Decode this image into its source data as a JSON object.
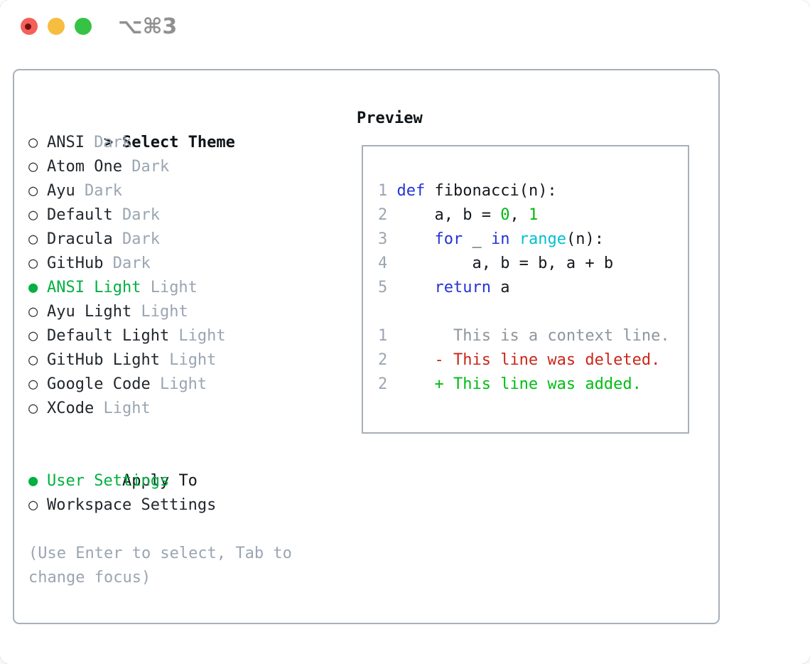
{
  "titlebar": {
    "title": "⌥⌘3",
    "buttons": [
      "close",
      "minimize",
      "zoom"
    ]
  },
  "theme_picker": {
    "header_marker": ">",
    "header": "Select Theme",
    "marker_selected": "●",
    "marker_unselected": "○",
    "items": [
      {
        "label": "ANSI",
        "variant": "Dark",
        "selected": false
      },
      {
        "label": "Atom One",
        "variant": "Dark",
        "selected": false
      },
      {
        "label": "Ayu",
        "variant": "Dark",
        "selected": false
      },
      {
        "label": "Default",
        "variant": "Dark",
        "selected": false
      },
      {
        "label": "Dracula",
        "variant": "Dark",
        "selected": false
      },
      {
        "label": "GitHub",
        "variant": "Dark",
        "selected": false
      },
      {
        "label": "ANSI Light",
        "variant": "Light",
        "selected": true
      },
      {
        "label": "Ayu Light",
        "variant": "Light",
        "selected": false
      },
      {
        "label": "Default Light",
        "variant": "Light",
        "selected": false
      },
      {
        "label": "GitHub Light",
        "variant": "Light",
        "selected": false
      },
      {
        "label": "Google Code",
        "variant": "Light",
        "selected": false
      },
      {
        "label": "XCode",
        "variant": "Light",
        "selected": false
      }
    ],
    "apply_to": {
      "header": "Apply To",
      "options": [
        {
          "label": "User Settings",
          "selected": true
        },
        {
          "label": "Workspace Settings",
          "selected": false
        }
      ]
    },
    "hint_lines": [
      "(Use Enter to select, Tab to",
      "change focus)"
    ]
  },
  "preview": {
    "header": "Preview",
    "code_lines": [
      [
        {
          "t": "1 ",
          "c": "num"
        },
        {
          "t": "def",
          "c": "kw"
        },
        {
          "t": " fibonacci(n):",
          "c": "plain"
        }
      ],
      [
        {
          "t": "2 ",
          "c": "num"
        },
        {
          "t": "    a, b = ",
          "c": "plain"
        },
        {
          "t": "0",
          "c": "lit"
        },
        {
          "t": ", ",
          "c": "plain"
        },
        {
          "t": "1",
          "c": "lit"
        }
      ],
      [
        {
          "t": "3 ",
          "c": "num"
        },
        {
          "t": "    ",
          "c": "plain"
        },
        {
          "t": "for",
          "c": "kw"
        },
        {
          "t": " _ ",
          "c": "plain"
        },
        {
          "t": "in",
          "c": "kw"
        },
        {
          "t": " ",
          "c": "plain"
        },
        {
          "t": "range",
          "c": "fn"
        },
        {
          "t": "(n):",
          "c": "plain"
        }
      ],
      [
        {
          "t": "4 ",
          "c": "num"
        },
        {
          "t": "        a, b = b, a + b",
          "c": "plain"
        }
      ],
      [
        {
          "t": "5 ",
          "c": "num"
        },
        {
          "t": "    ",
          "c": "plain"
        },
        {
          "t": "return",
          "c": "kw"
        },
        {
          "t": " a",
          "c": "plain"
        }
      ],
      [],
      [
        {
          "t": "1 ",
          "c": "num"
        },
        {
          "t": "      This is a context line.",
          "c": "ctx"
        }
      ],
      [
        {
          "t": "2 ",
          "c": "num"
        },
        {
          "t": "    - This line was deleted.",
          "c": "del"
        }
      ],
      [
        {
          "t": "2 ",
          "c": "num"
        },
        {
          "t": "    + This line was added.",
          "c": "add"
        }
      ]
    ]
  },
  "colors": {
    "accent_green": "#00b140",
    "keyword_blue": "#2433d6",
    "function_cyan": "#00c0cb",
    "literal_green": "#00b80f",
    "deleted_red": "#c9271a",
    "added_green": "#00bd13",
    "muted_gray": "#9aa5b2",
    "context_gray": "#8e959d",
    "text_dark": "#22272d",
    "border_gray": "#a8afb9",
    "titlebar_gray": "#909090",
    "traffic_red": "#f4605a",
    "traffic_yellow": "#f6bd41",
    "traffic_green": "#36c345"
  }
}
